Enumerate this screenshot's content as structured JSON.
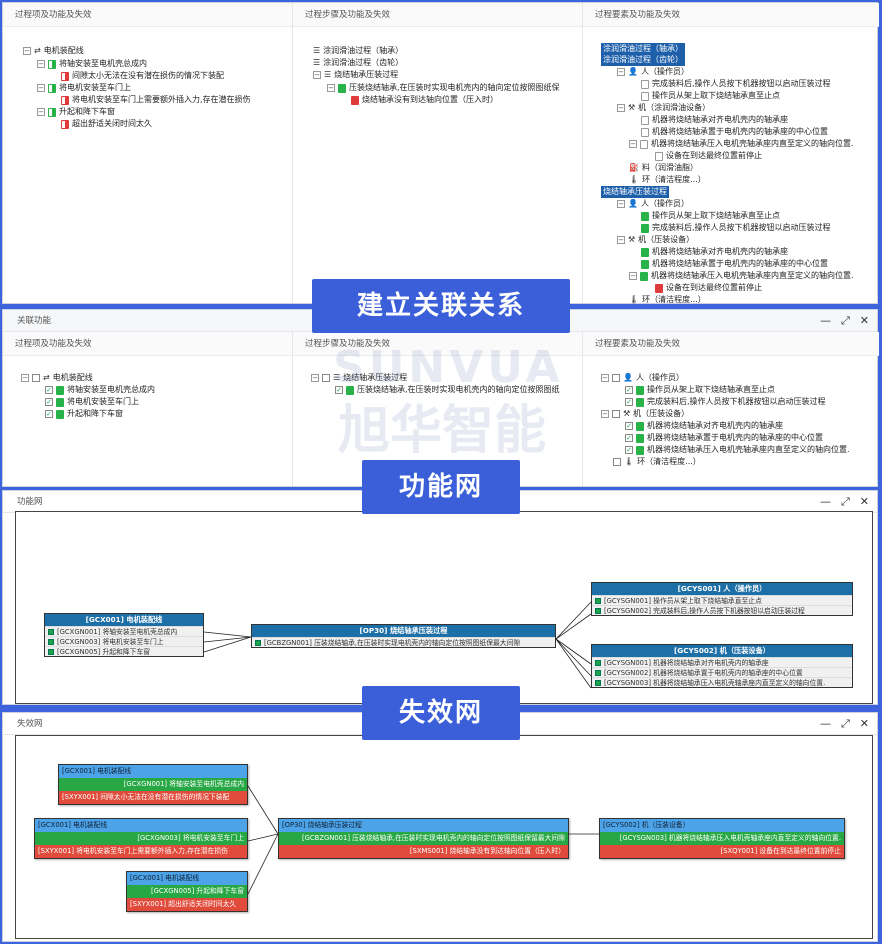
{
  "top": {
    "col1_title": "过程项及功能及失效",
    "col2_title": "过程步骤及功能及失效",
    "col3_title": "过程要素及功能及失效",
    "col1": [
      {
        "t": "电机装配线"
      },
      {
        "t": "将轴安装至电机壳总成内"
      },
      {
        "t": "间隙太小无法在没有潜在损伤的情况下装配"
      },
      {
        "t": "将电机安装至车门上"
      },
      {
        "t": "将电机安装至车门上需要额外插入力,存在潜在损伤"
      },
      {
        "t": "升起和降下车窗"
      },
      {
        "t": "超出舒适关闭时间太久"
      }
    ],
    "col2": [
      {
        "t": "涂润滑油过程（轴承）"
      },
      {
        "t": "涂润滑油过程（齿轮）"
      },
      {
        "t": "烧结轴承压装过程"
      },
      {
        "t": "压装烧结轴承,在压装时实现电机壳内的轴向定位按照图纸保"
      },
      {
        "t": "烧结轴承没有到达轴向位置（压入时）"
      }
    ],
    "col3": [
      {
        "t": "涂润滑油过程（轴承）"
      },
      {
        "t": "涂润滑油过程（齿轮）"
      },
      {
        "t": "人（操作员）"
      },
      {
        "t": "完成装料后,操作人员按下机器按钮以启动压装过程"
      },
      {
        "t": "操作员从架上取下烧结轴承直至止点"
      },
      {
        "t": "机（涂润滑油设备）"
      },
      {
        "t": "机器将烧结轴承对齐电机壳内的轴承座"
      },
      {
        "t": "机器将烧结轴承置于电机壳内的轴承座的中心位置"
      },
      {
        "t": "机器将烧结轴承压入电机壳轴承座内直至定义的轴向位置."
      },
      {
        "t": "设备在到达最终位置前停止"
      },
      {
        "t": "料（润滑油脂）"
      },
      {
        "t": "环（清洁程度...）"
      },
      {
        "t": "烧结轴承压装过程"
      },
      {
        "t": "人（操作员）"
      },
      {
        "t": "操作员从架上取下烧结轴承直至止点"
      },
      {
        "t": "完成装料后,操作人员按下机器按钮以启动压装过程"
      },
      {
        "t": "机（压装设备）"
      },
      {
        "t": "机器将烧结轴承对齐电机壳内的轴承座"
      },
      {
        "t": "机器将烧结轴承置于电机壳内的轴承座的中心位置"
      },
      {
        "t": "机器将烧结轴承压入电机壳轴承座内直至定义的轴向位置."
      },
      {
        "t": "设备在到达最终位置前停止"
      },
      {
        "t": "环（清洁程度...）"
      }
    ]
  },
  "banners": {
    "b1": "建立关联关系",
    "b2": "功能网",
    "b3": "失效网"
  },
  "assoc": {
    "title": "关联功能",
    "col1_title": "过程项及功能及失效",
    "col2_title": "过程步骤及功能及失效",
    "col3_title": "过程要素及功能及失效",
    "col1": [
      "电机装配线",
      "将轴安装至电机壳总成内",
      "将电机安装至车门上",
      "升起和降下车窗"
    ],
    "col2": [
      "烧结轴承压装过程",
      "压装烧结轴承,在压装时实现电机壳内的轴向定位按照图纸"
    ],
    "col3": [
      "人（操作员）",
      "操作员从架上取下烧结轴承直至止点",
      "完成装料后,操作人员按下机器按钮以启动压装过程",
      "机（压装设备）",
      "机器将烧结轴承对齐电机壳内的轴承座",
      "机器将烧结轴承置于电机壳内的轴承座的中心位置",
      "机器将烧结轴承压入电机壳轴承座内直至定义的轴向位置.",
      "环（清洁程度...）"
    ]
  },
  "watermark": {
    "en": "SUNVUA",
    "cn": "旭华智能"
  },
  "funcnet": {
    "title": "功能网",
    "box1": {
      "head": "[GCX001] 电机装配线",
      "rows": [
        "[GCXGN001] 将轴安装至电机壳总成内",
        "[GCXGN003] 将电机安装至车门上",
        "[GCXGN005] 升起和降下车窗"
      ]
    },
    "box2": {
      "head": "[OP30] 烧结轴承压装过程",
      "rows": [
        "[GCBZGN001] 压装烧结轴承,在压装时实现电机壳内的轴向定位按照图纸保最大间隙"
      ]
    },
    "box3": {
      "head": "[GCYS001] 人（操作员）",
      "rows": [
        "[GCYSGN001] 操作员从架上取下烧结轴承直至止点",
        "[GCYSGN002] 完成装料后,操作人员按下机器按钮以启动压装过程"
      ]
    },
    "box4": {
      "head": "[GCYS002] 机（压装设备）",
      "rows": [
        "[GCYSGN001] 机器将烧结轴承对齐电机壳内的轴承座",
        "[GCYSGN002] 机器将烧结轴承置于电机壳内的轴承座的中心位置",
        "[GCYSGN003] 机器将烧结轴承压入电机壳轴承座内直至定义的轴向位置."
      ]
    }
  },
  "failnet": {
    "title": "失效网",
    "f1": {
      "a": "[GCX001] 电机装配线",
      "b": "[GCXGN001] 将轴安装至电机壳总成内",
      "c": "[SXYX001] 间隙太小无法在没有潜在损伤的情况下装配"
    },
    "f2": {
      "a": "[GCX001] 电机装配线",
      "b": "[GCXGN003] 将电机安装至车门上",
      "c": "[SXYX001] 将电机安装至车门上需要额外插入力,存在潜在损伤"
    },
    "f3": {
      "a": "[GCX001] 电机装配线",
      "b": "[GCXGN005] 升起和降下车窗",
      "c": "[SXYX001] 超出舒适关闭时间太久"
    },
    "f4": {
      "a": "[OP30] 烧结轴承压装过程",
      "b": "[GCBZGN001] 压装烧结轴承,在压装时实现电机壳内的轴向定位按照图纸保留最大间隙",
      "c": "[SXMS001] 烧结轴承没有到达轴向位置（压入时）"
    },
    "f5": {
      "a": "[GCYS002] 机（压装设备）",
      "b": "[GCYSGN003] 机器将烧结轴承压入电机壳轴承座内直至定义的轴向位置.",
      "c": "[SXQY001] 设备在到达最终位置前停止"
    }
  }
}
